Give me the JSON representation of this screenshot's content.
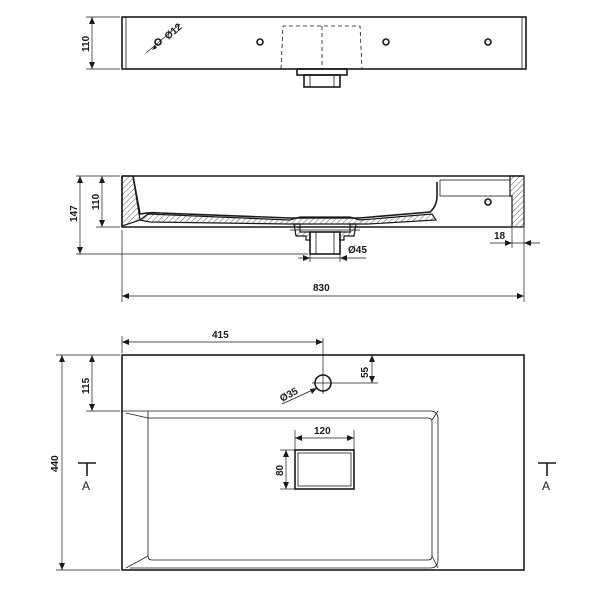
{
  "top_view": {
    "height_label": "110",
    "hole_diameter_label": "Ø12"
  },
  "side_section": {
    "total_height_label": "147",
    "inner_height_label": "110",
    "drain_diameter_label": "Ø45",
    "wall_offset_label": "18",
    "total_width_label": "830"
  },
  "plan_view": {
    "half_width_label": "415",
    "tap_offset_label": "115",
    "tap_hole_diameter_label": "Ø35",
    "tap_center_label": "55",
    "overflow_width_label": "120",
    "overflow_height_label": "80",
    "depth_label": "440",
    "section_marker_left": "A",
    "section_marker_right": "A"
  }
}
